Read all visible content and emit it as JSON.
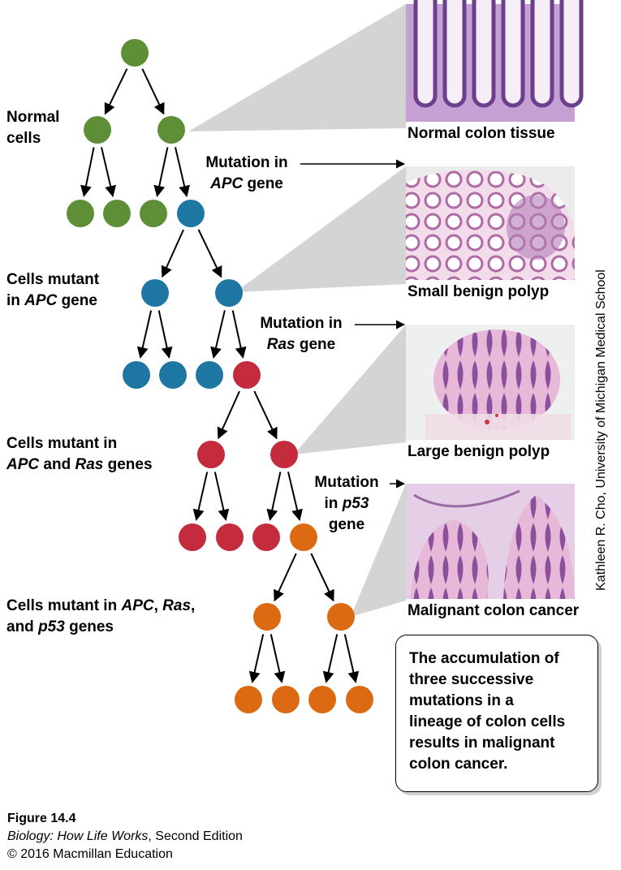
{
  "colors": {
    "normal": "#5e8f36",
    "apc": "#1d77a2",
    "ras": "#c42b3c",
    "p53": "#dc6a12",
    "shade": "#d4d4d4"
  },
  "labels": {
    "normal": [
      "Normal",
      "cells"
    ],
    "apc": {
      "l1": "Cells mutant",
      "l2_pre": "in ",
      "l2_gene": "APC",
      "l2_post": " gene"
    },
    "apc_ras": {
      "l1": "Cells mutant in",
      "g1": "APC",
      "and": " and ",
      "g2": "Ras",
      "post": " genes"
    },
    "all": {
      "pre": "Cells mutant in ",
      "g1": "APC",
      "sep": ", ",
      "g2": "Ras",
      "comma": ",",
      "and": "and ",
      "g3": "p53",
      "post": " genes"
    }
  },
  "mutations": {
    "apc": {
      "title": "Mutation in",
      "gene": "APC",
      "word": " gene"
    },
    "ras": {
      "title": "Mutation in",
      "gene": "Ras",
      "word": " gene"
    },
    "p53": {
      "title": "Mutation",
      "in": "in ",
      "gene": "p53",
      "word": "gene"
    }
  },
  "captions": {
    "normal": "Normal colon tissue",
    "small": "Small benign polyp",
    "large": "Large benign polyp",
    "malignant": "Malignant colon cancer"
  },
  "summary": [
    "The accumulation of",
    "three successive",
    "mutations in a",
    "lineage of colon cells",
    "results in malignant",
    "colon cancer."
  ],
  "credit": "Kathleen R. Cho, University of Michigan Medical School",
  "footer": {
    "figure": "Figure 14.4",
    "book_title": "Biology: How Life Works",
    "edition": ", Second Edition",
    "copyright": "© 2016 Macmillan Education"
  }
}
